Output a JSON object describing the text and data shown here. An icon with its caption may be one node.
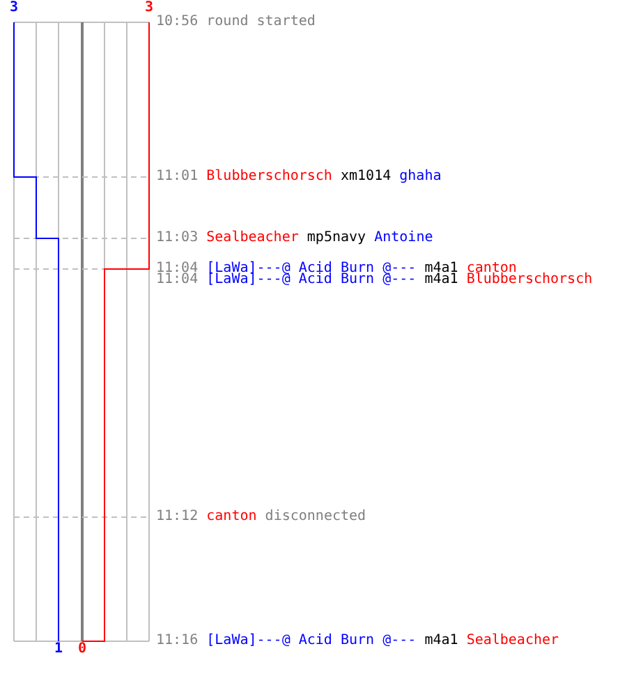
{
  "diagram": {
    "labels": [
      "3",
      "3",
      "10:56",
      "round started",
      "11:01",
      "Blubberschorsch",
      "xm1014",
      "ghaha",
      "11:03",
      "Sealbeacher",
      "mp5navy",
      "Antoine",
      "11:04",
      "[LaWa]---@ Acid Burn @---",
      "m4a1",
      "canton",
      "11:04",
      "[LaWa]---@ Acid Burn @---",
      "m4a1",
      "Blubberschorsch",
      "11:12",
      "canton",
      "disconnected",
      "11:16",
      "[LaWa]---@ Acid Burn @---",
      "m4a1",
      "Sealbeacher",
      "1",
      "0"
    ]
  }
}
